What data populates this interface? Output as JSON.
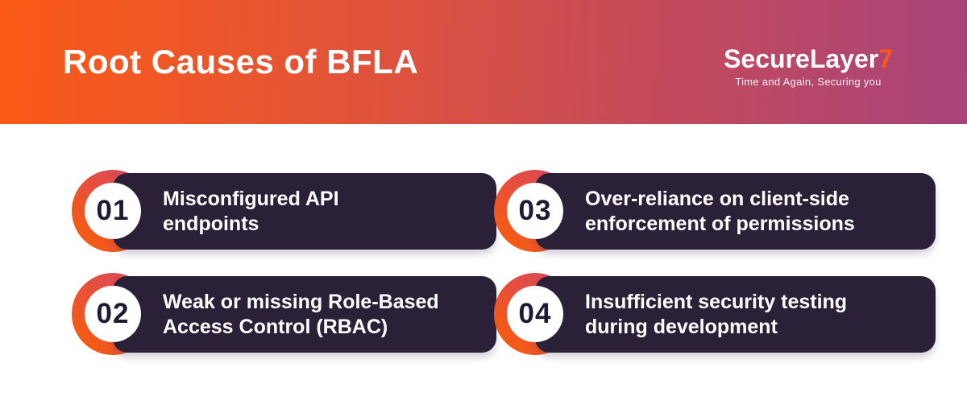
{
  "header": {
    "title": "Root Causes of BFLA",
    "logo": {
      "brand": "SecureLayer",
      "brand_accent": "7",
      "tagline": "Time and Again, Securing you"
    },
    "colors": {
      "gradient_left": "#fb5a16",
      "gradient_right": "#a8437a"
    }
  },
  "cards": [
    {
      "number": "01",
      "line1": "Misconfigured API",
      "line2": "endpoints"
    },
    {
      "number": "02",
      "line1": "Weak or missing Role-Based",
      "line2": "Access Control (RBAC)"
    },
    {
      "number": "03",
      "line1": "Over-reliance on client-side",
      "line2": "enforcement of permissions"
    },
    {
      "number": "04",
      "line1": "Insufficient security testing",
      "line2": "during development"
    }
  ],
  "colors": {
    "card_background": "#2a2138",
    "card_text": "#ffffff",
    "number_text": "#1d1a33",
    "ring_gradient_start": "#d8455f",
    "ring_gradient_end": "#f55c10",
    "accent_orange": "#ff5a15"
  }
}
